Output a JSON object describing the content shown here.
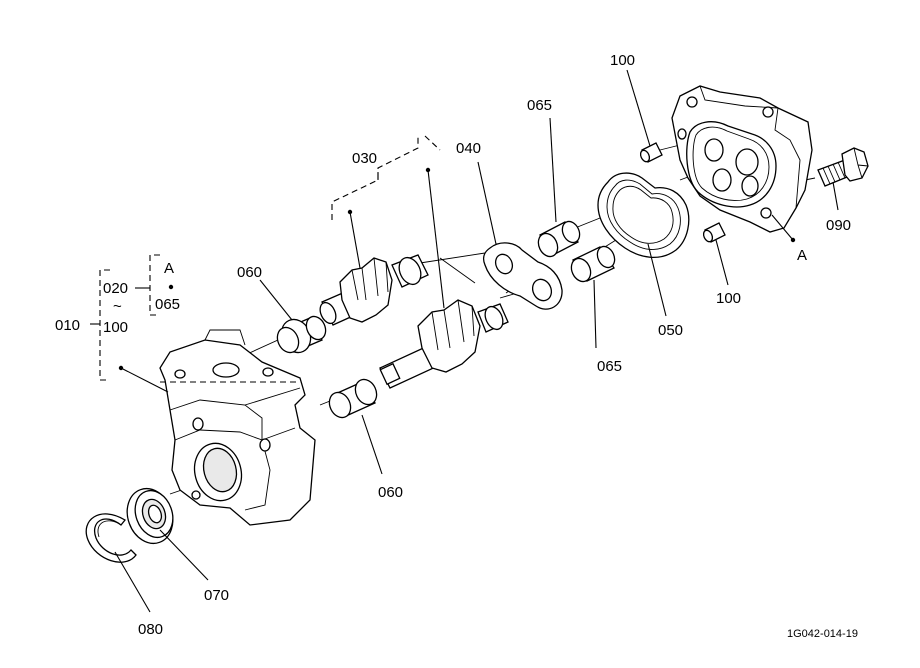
{
  "callouts": {
    "p010": "010",
    "p020": "020",
    "tilde": "~",
    "p100_range": "100",
    "ref_a": "A",
    "p065_group": "065",
    "p030": "030",
    "p040": "040",
    "p050": "050",
    "p060_top": "060",
    "p060_bottom": "060",
    "p065_top": "065",
    "p065_bottom": "065",
    "p070": "070",
    "p080": "080",
    "p090": "090",
    "p100_top": "100",
    "p100_bottom": "100",
    "ref_a_cover": "A"
  },
  "drawing_number": "1G042-014-19"
}
